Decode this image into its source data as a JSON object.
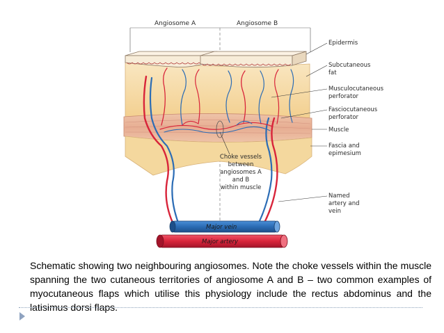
{
  "diagram": {
    "angiosome_a_label": "Angiosome A",
    "angiosome_b_label": "Angiosome B",
    "labels": {
      "epidermis": "Epidermis",
      "subcutaneous_1": "Subcutaneous",
      "subcutaneous_2": "fat",
      "musculo_1": "Musculocutaneous",
      "musculo_2": "perforator",
      "fascio_1": "Fasciocutaneous",
      "fascio_2": "perforator",
      "muscle": "Muscle",
      "fascia_1": "Fascia and",
      "fascia_2": "epimesium",
      "named_1": "Named",
      "named_2": "artery and",
      "named_3": "vein",
      "choke_1": "Choke vessels",
      "choke_2": "between",
      "choke_3": "angiosomes A",
      "choke_4": "and B",
      "choke_5": "within muscle"
    },
    "major_vein_label": "Major vein",
    "major_artery_label": "Major artery",
    "colors": {
      "artery": "#d8243a",
      "vein": "#2b6cb5",
      "fat": "#f6d9a0",
      "muscle": "#e9b79c",
      "skin": "#f7ecd8"
    }
  },
  "caption": "Schematic showing two neighbouring angiosomes. Note the choke vessels within the muscle spanning the two cutaneous territories of angiosome A and B – two common examples of myocutaneous flaps which utilise this physiology include the rectus abdominus and the latisimus dorsi flaps."
}
